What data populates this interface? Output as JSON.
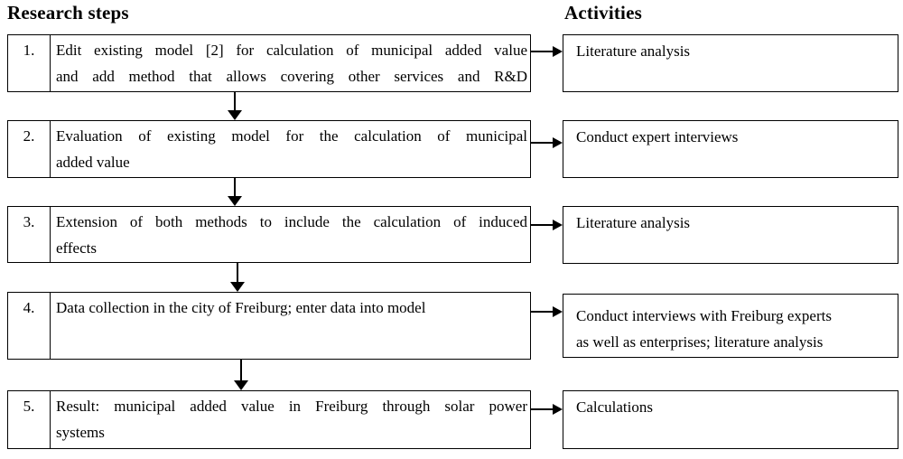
{
  "headers": {
    "left": "Research steps",
    "right": "Activities"
  },
  "colors": {
    "border": "#000000",
    "background": "#ffffff",
    "text": "#000000"
  },
  "rows": [
    {
      "num": "1.",
      "step_lines": [
        "Edit existing model [2] for calculation of municipal added value",
        "and add method that allows covering other services and R&D"
      ],
      "activity": "Literature analysis"
    },
    {
      "num": "2.",
      "step_lines": [
        "Evaluation of existing model for the calculation of municipal",
        "added value"
      ],
      "activity": "Conduct expert interviews"
    },
    {
      "num": "3.",
      "step_lines": [
        "Extension of both methods to include the calculation of induced",
        "effects"
      ],
      "activity": "Literature analysis"
    },
    {
      "num": "4.",
      "step_lines": [
        "Data collection in the city of Freiburg; enter data into model"
      ],
      "activity": "Conduct interviews with Freiburg experts\nas well as enterprises; literature analysis"
    },
    {
      "num": "5.",
      "step_lines": [
        "Result: municipal added value in Freiburg through solar power",
        "systems"
      ],
      "activity": "Calculations"
    }
  ]
}
